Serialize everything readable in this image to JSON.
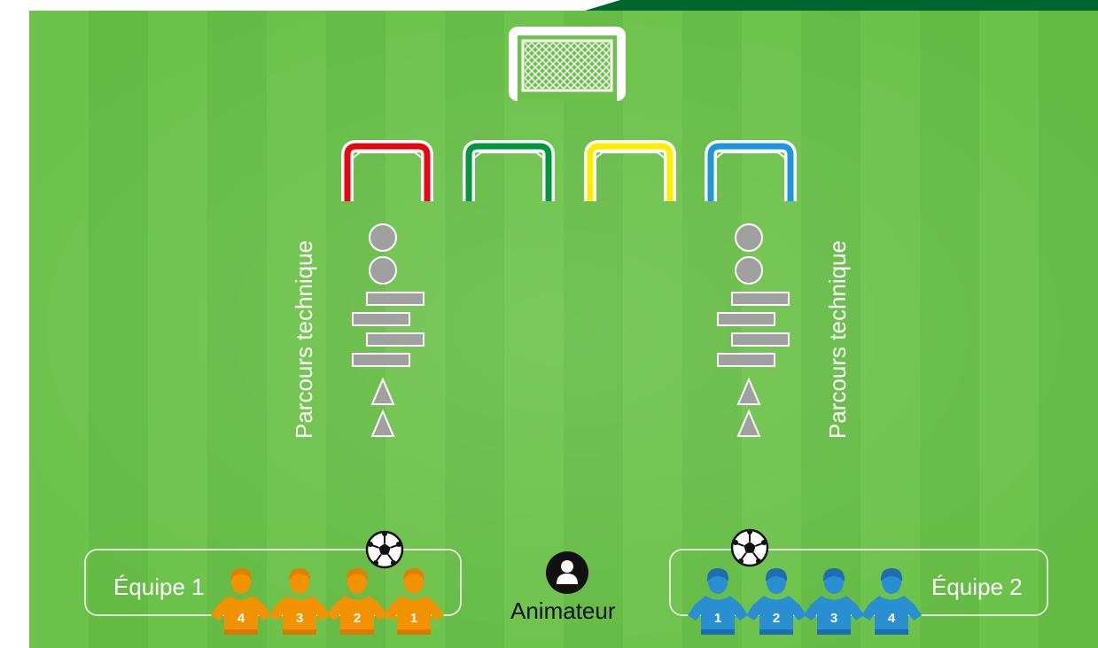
{
  "course_label_left": "Parcours technique",
  "course_label_right": "Parcours technique",
  "team1": {
    "label": "Équipe 1",
    "color": "#f39200",
    "players": [
      "4",
      "3",
      "2",
      "1"
    ]
  },
  "team2": {
    "label": "Équipe 2",
    "color": "#2a8fd0",
    "players": [
      "1",
      "2",
      "3",
      "4"
    ]
  },
  "coach": {
    "label": "Animateur"
  },
  "mini_goal_colors": [
    "#e30613",
    "#009640",
    "#ffed00",
    "#1e96dc"
  ],
  "colors": {
    "grass_light": "#6cc24a",
    "grass_dark": "#5fb63f",
    "header_band": "#00652e",
    "equipment": "#a0a0a0"
  }
}
